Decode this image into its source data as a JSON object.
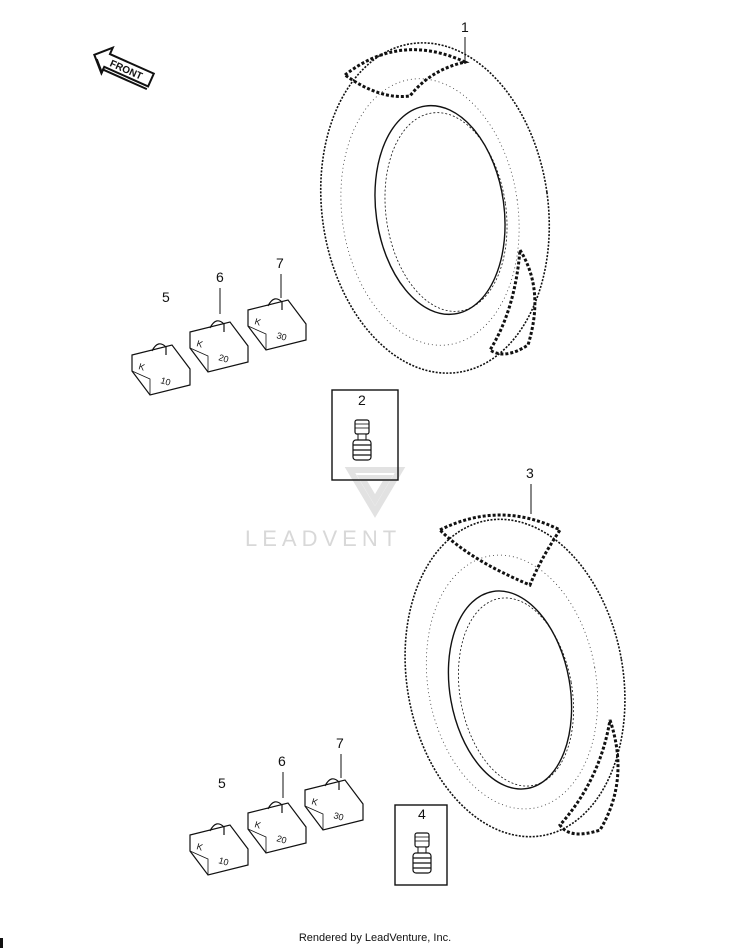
{
  "front_arrow": {
    "label": "FRONT"
  },
  "watermark": {
    "text": "LEADVENT"
  },
  "footer": {
    "text": "Rendered by LeadVenture, Inc."
  },
  "callouts": {
    "tire_upper": "1",
    "valve_upper": "2",
    "tire_lower": "3",
    "valve_lower": "4",
    "weight_10_upper": "5",
    "weight_20_upper": "6",
    "weight_30_upper": "7",
    "weight_10_lower": "5",
    "weight_20_lower": "6",
    "weight_30_lower": "7"
  },
  "weights": {
    "w10": {
      "letter": "K",
      "num": "10"
    },
    "w20": {
      "letter": "K",
      "num": "20"
    },
    "w30": {
      "letter": "K",
      "num": "30"
    }
  }
}
